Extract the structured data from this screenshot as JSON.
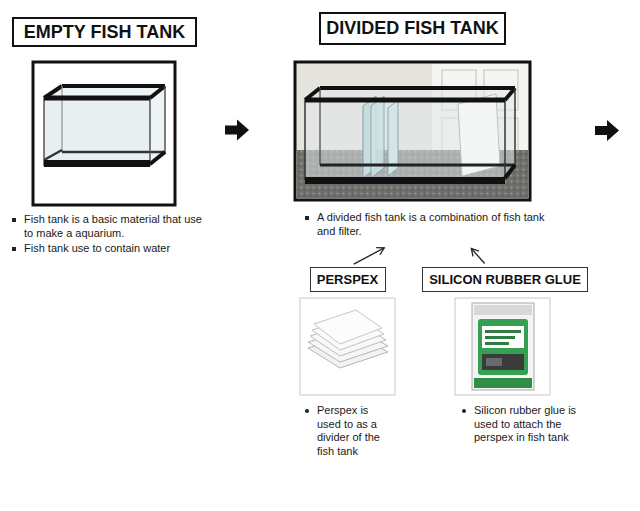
{
  "diagram": {
    "nodes": [
      {
        "text": [
          "EMPTY FISH TANK",
          "Fish tank is a basic material that use to make a aquarium.",
          "Fish tank use to contain water"
        ]
      },
      {
        "text": [
          "DIVIDED FISH TANK",
          "A divided fish tank is a combination of fish tank and filter."
        ]
      },
      {
        "text": [
          "PERSPEX",
          "Perspex is used to as a divider of the fish tank"
        ]
      },
      {
        "text": [
          "SILICON RUBBER GLUE",
          "Silicon rubber glue is used to attach the perspex in fish tank"
        ]
      }
    ],
    "edges": [
      {
        "from": 0,
        "to": 1,
        "arrow": "to"
      },
      {
        "from": 2,
        "to": 1,
        "arrow": "to"
      },
      {
        "from": 3,
        "to": 1,
        "arrow": "to"
      }
    ]
  }
}
